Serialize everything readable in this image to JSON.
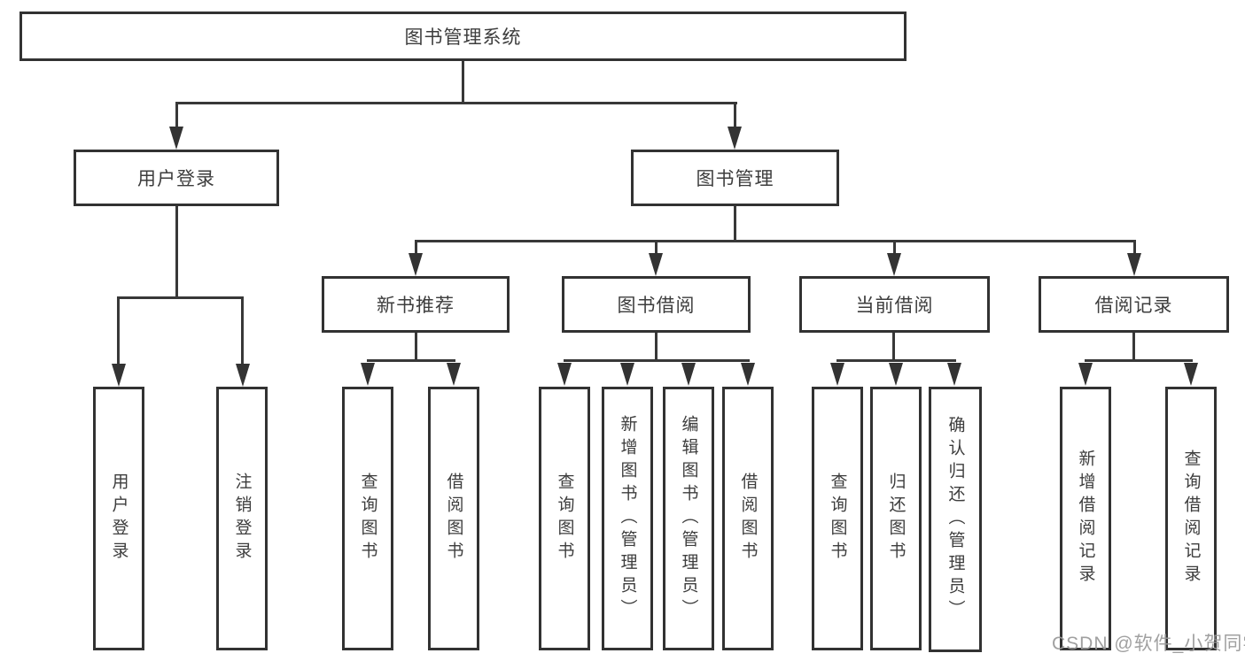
{
  "root": {
    "label": "图书管理系统"
  },
  "user_login": {
    "label": "用户登录",
    "children": [
      {
        "label": "用户登录"
      },
      {
        "label": "注销登录"
      }
    ]
  },
  "book_mgmt": {
    "label": "图书管理",
    "children": [
      {
        "label": "新书推荐",
        "children": [
          {
            "label": "查询图书"
          },
          {
            "label": "借阅图书"
          }
        ]
      },
      {
        "label": "图书借阅",
        "children": [
          {
            "label": "查询图书"
          },
          {
            "label": "新增图书（管理员）"
          },
          {
            "label": "编辑图书（管理员）"
          },
          {
            "label": "借阅图书"
          }
        ]
      },
      {
        "label": "当前借阅",
        "children": [
          {
            "label": "查询图书"
          },
          {
            "label": "归还图书"
          },
          {
            "label": "确认归还（管理员）"
          }
        ]
      },
      {
        "label": "借阅记录",
        "children": [
          {
            "label": "新增借阅记录"
          },
          {
            "label": "查询借阅记录"
          }
        ]
      }
    ]
  },
  "watermark": {
    "text": "CSDN @软件_小贺同学"
  }
}
